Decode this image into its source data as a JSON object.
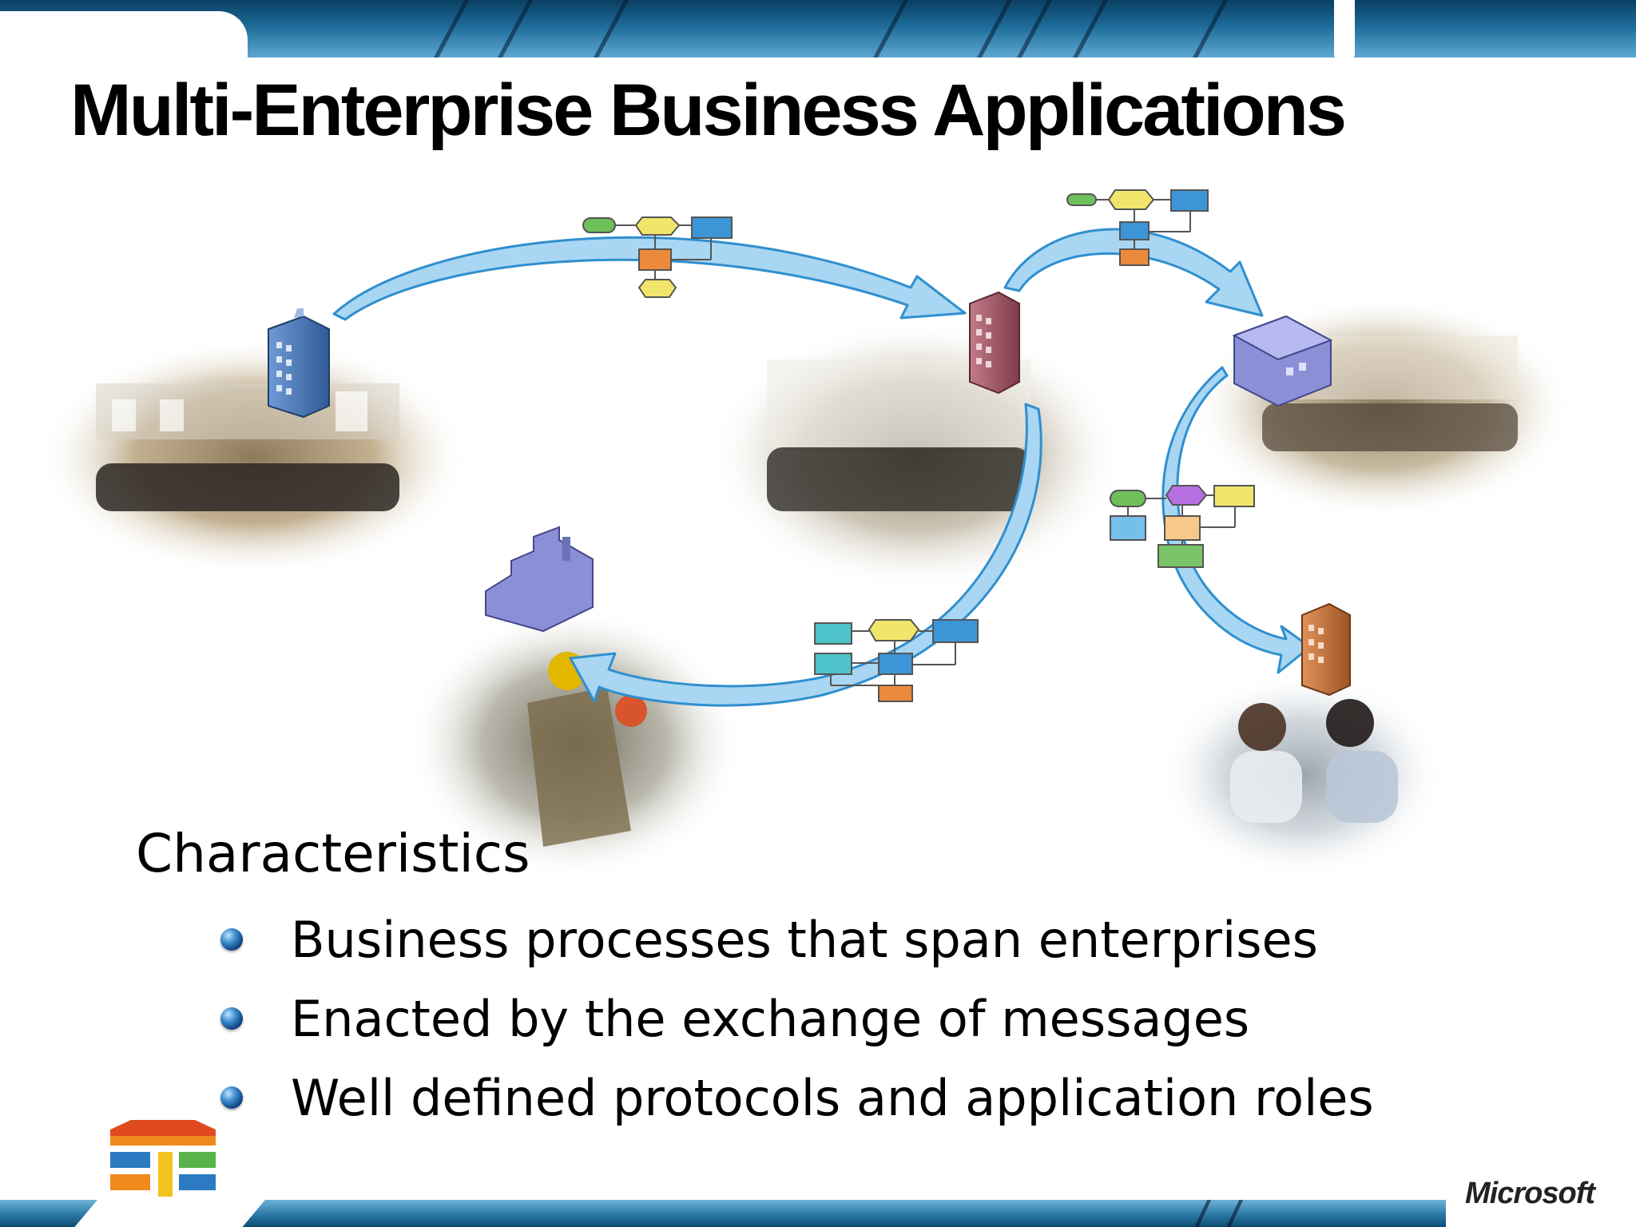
{
  "slide": {
    "title": "Multi-Enterprise Business Applications",
    "heading": "Characteristics",
    "bullets": [
      "Business processes that span enterprises",
      "Enacted by the exchange of messages",
      "Well defined protocols and application roles"
    ],
    "footer_brand": "Microsoft"
  },
  "diagram": {
    "scenes": [
      "office-team-photo",
      "office-team-photo",
      "warehouse-staff-photo",
      "factory-workers-photo",
      "meeting-photo"
    ],
    "icons": [
      "office-building-icon",
      "factory-icon",
      "warehouse-icon",
      "process-flowchart-icon"
    ]
  },
  "colors": {
    "arrow_fill": "#a9d6f2",
    "arrow_stroke": "#2f8fcf",
    "building_blue": "#4f7fc1",
    "building_red": "#a25a68",
    "building_orange": "#c7763f",
    "factory_purple": "#8a8fd6"
  }
}
